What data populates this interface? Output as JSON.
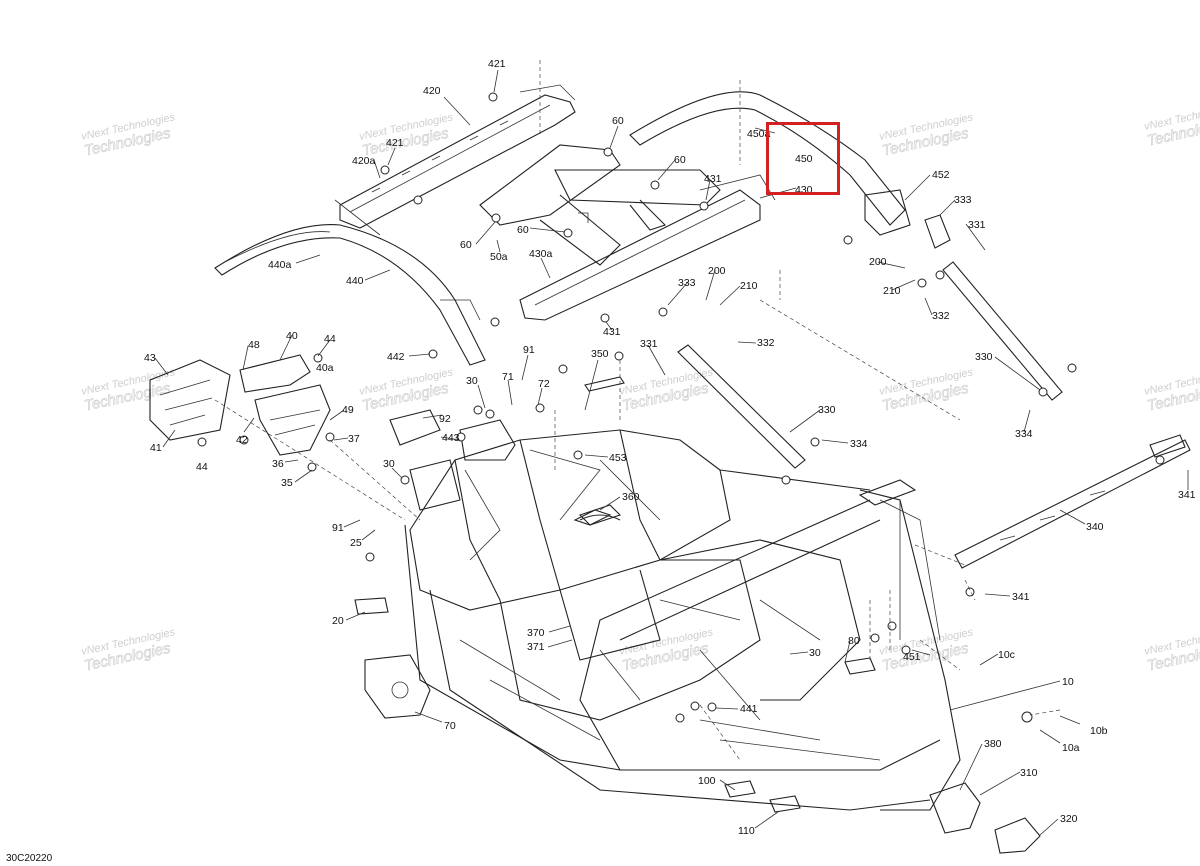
{
  "diagram": {
    "drawing_code": "30C20220",
    "watermark_line1": "vNext Technologies",
    "watermark_line2": "Technologies",
    "highlight_color": "#d42020",
    "highlighted_label": "450",
    "callouts": {
      "c421a": "421",
      "c420": "420",
      "c421b": "421",
      "c420a": "420a",
      "c60a": "60",
      "c60b": "60",
      "c60c": "60",
      "c60d": "60",
      "c450a": "450a",
      "c450": "450",
      "c430": "430",
      "c452": "452",
      "c431a": "431",
      "c431b": "431",
      "c333a": "333",
      "c331a": "331",
      "c200a": "200",
      "c210a": "210",
      "c332a": "332",
      "c50a": "50a",
      "c430a": "430a",
      "c440a": "440a",
      "c440": "440",
      "c333b": "333",
      "c200b": "200",
      "c210b": "210",
      "c331b": "331",
      "c332b": "332",
      "c330a": "330",
      "c330b": "330",
      "c334a": "334",
      "c334b": "334",
      "c40": "40",
      "c44a": "44",
      "c40a": "40a",
      "c48": "48",
      "c43": "43",
      "c41": "41",
      "c44b": "44",
      "c42": "42",
      "c49": "49",
      "c37": "37",
      "c36": "36",
      "c35": "35",
      "c442": "442",
      "c91a": "91",
      "c350": "350",
      "c30a": "30",
      "c71": "71",
      "c72": "72",
      "c92": "92",
      "c443": "443",
      "c453": "453",
      "c30b": "30",
      "c360": "360",
      "c91b": "91",
      "c25": "25",
      "c20": "20",
      "c370": "370",
      "c371": "371",
      "c80": "80",
      "c30c": "30",
      "c451": "451",
      "c10c": "10c",
      "c10": "10",
      "c10b": "10b",
      "c10a": "10a",
      "c441": "441",
      "c70": "70",
      "c380": "380",
      "c310": "310",
      "c320": "320",
      "c100": "100",
      "c110": "110",
      "c340": "340",
      "c341a": "341",
      "c341b": "341"
    }
  }
}
